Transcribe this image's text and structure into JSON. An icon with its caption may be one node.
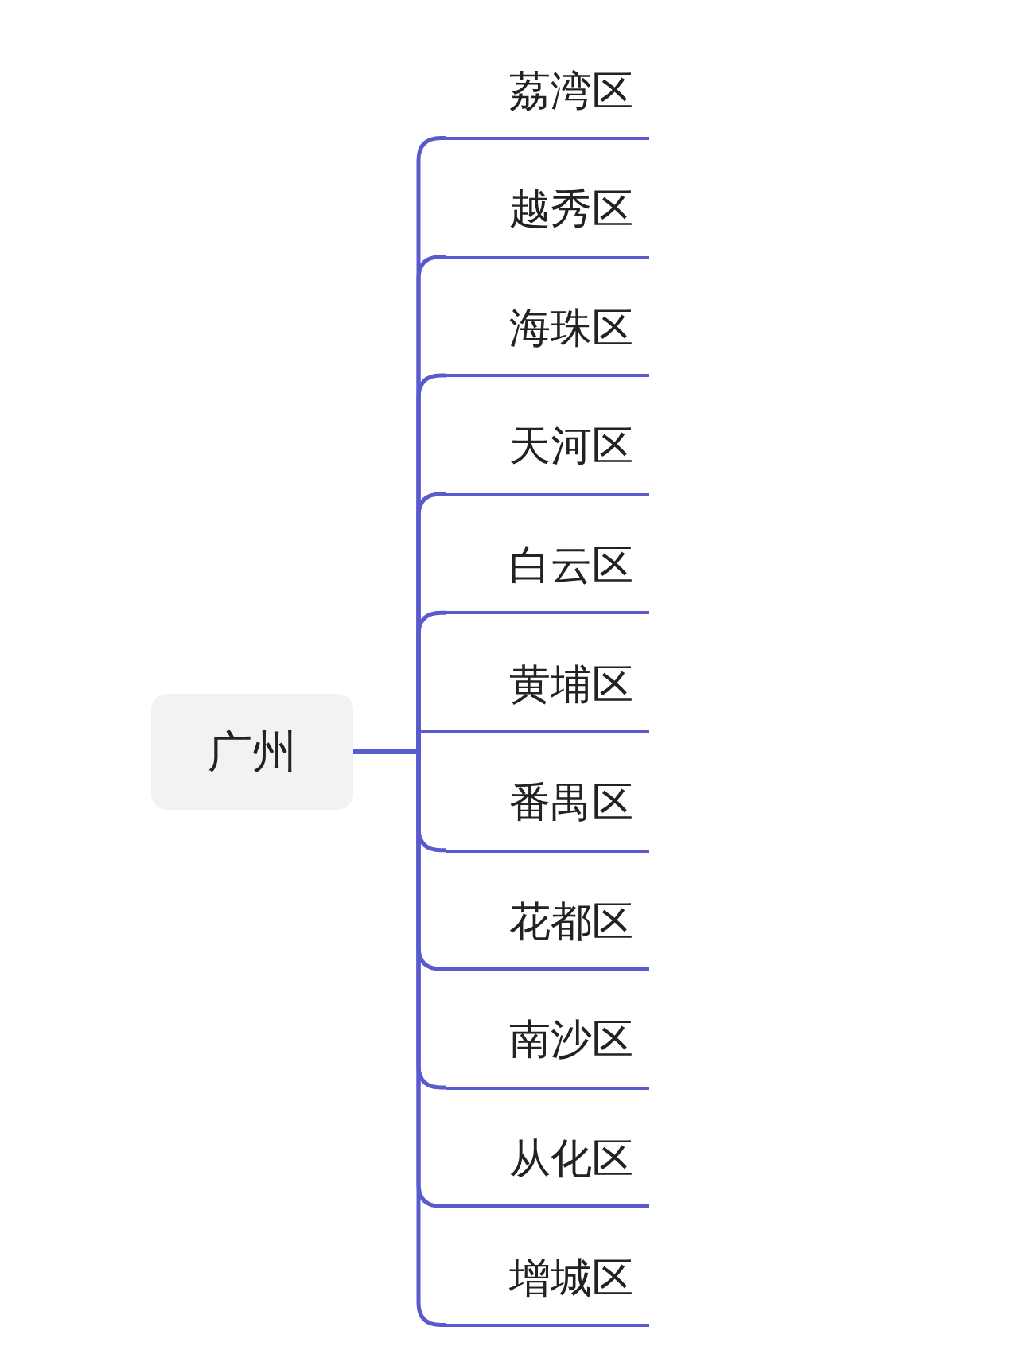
{
  "diagram": {
    "nodes": [
      {
        "text": [
          "广州"
        ]
      },
      {
        "text": [
          "荔湾区"
        ]
      },
      {
        "text": [
          "越秀区"
        ]
      },
      {
        "text": [
          "海珠区"
        ]
      },
      {
        "text": [
          "天河区"
        ]
      },
      {
        "text": [
          "白云区"
        ]
      },
      {
        "text": [
          "黄埔区"
        ]
      },
      {
        "text": [
          "番禺区"
        ]
      },
      {
        "text": [
          "花都区"
        ]
      },
      {
        "text": [
          "南沙区"
        ]
      },
      {
        "text": [
          "从化区"
        ]
      },
      {
        "text": [
          "增城区"
        ]
      }
    ],
    "edges": [
      {
        "from": 0,
        "to": 1,
        "arrow": "none"
      },
      {
        "from": 0,
        "to": 2,
        "arrow": "none"
      },
      {
        "from": 0,
        "to": 3,
        "arrow": "none"
      },
      {
        "from": 0,
        "to": 4,
        "arrow": "none"
      },
      {
        "from": 0,
        "to": 5,
        "arrow": "none"
      },
      {
        "from": 0,
        "to": 6,
        "arrow": "none"
      },
      {
        "from": 0,
        "to": 7,
        "arrow": "none"
      },
      {
        "from": 0,
        "to": 8,
        "arrow": "none"
      },
      {
        "from": 0,
        "to": 9,
        "arrow": "none"
      },
      {
        "from": 0,
        "to": 10,
        "arrow": "none"
      },
      {
        "from": 0,
        "to": 11,
        "arrow": "none"
      }
    ]
  }
}
